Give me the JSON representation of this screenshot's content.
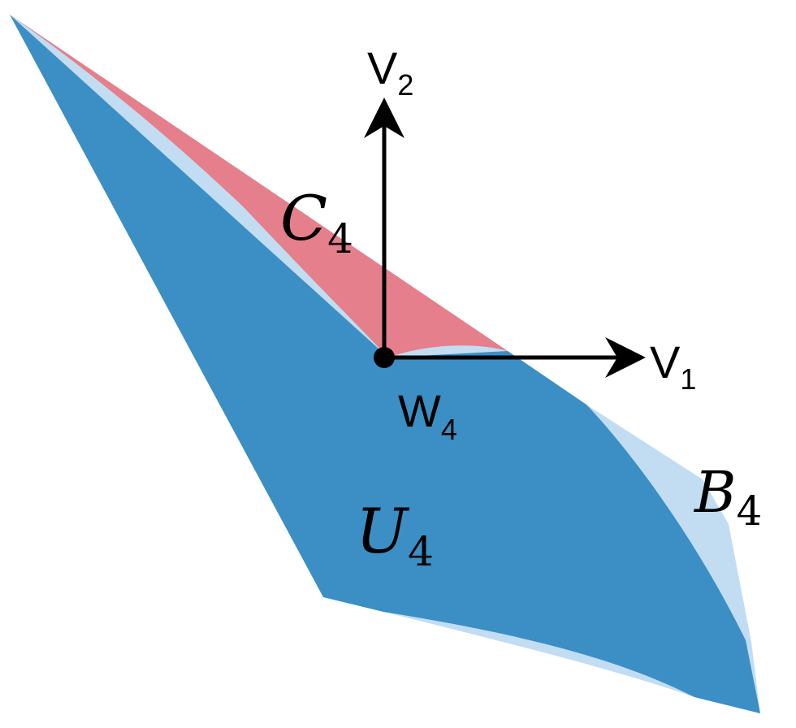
{
  "colors": {
    "background": "#ffffff",
    "region_C": "#e57f8b",
    "region_U": "#3b8fc4",
    "region_B": "#c2ddf2",
    "axes": "#000000"
  },
  "axes": {
    "v1_label": "V",
    "v1_sub": "1",
    "v2_label": "V",
    "v2_sub": "2",
    "origin_label": "W",
    "origin_sub": "4"
  },
  "regions": {
    "C": {
      "symbol": "C",
      "sub": "4"
    },
    "U": {
      "symbol": "U",
      "sub": "4"
    },
    "B": {
      "symbol": "B",
      "sub": "4"
    }
  }
}
